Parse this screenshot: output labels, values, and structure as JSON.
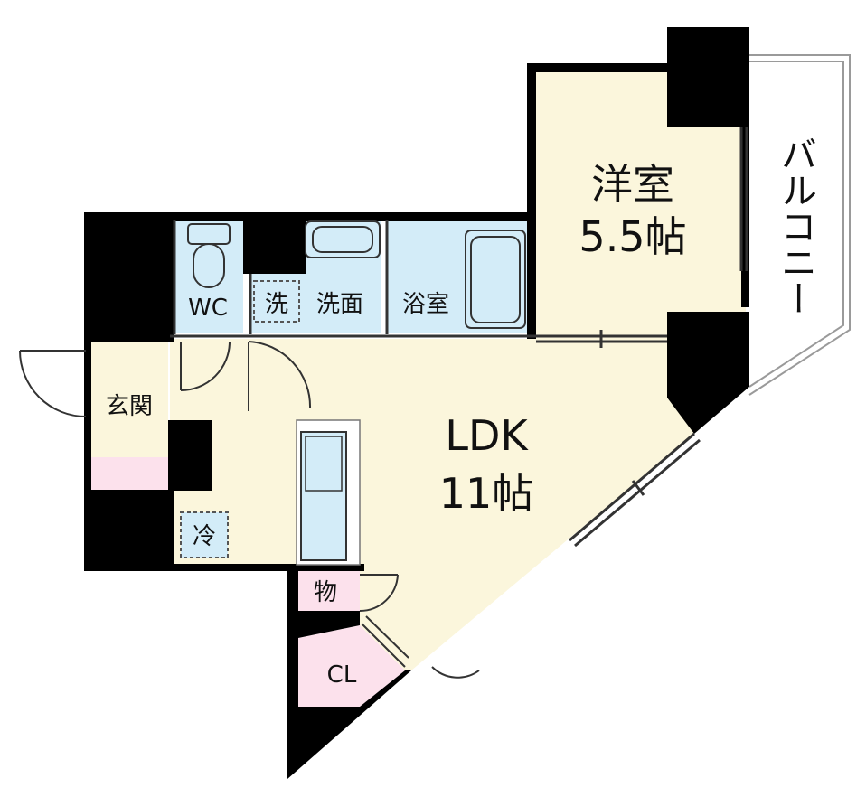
{
  "floor_plan": {
    "rooms": {
      "western_room": {
        "name": "洋室",
        "size": "5.5帖"
      },
      "balcony": {
        "name": "バルコニー"
      },
      "ldk": {
        "name": "LDK",
        "size": "11帖"
      },
      "wc": {
        "name": "WC"
      },
      "washroom": {
        "name": "洗面"
      },
      "washer": {
        "name": "洗"
      },
      "bathroom": {
        "name": "浴室"
      },
      "entrance": {
        "name": "玄関"
      },
      "fridge": {
        "name": "冷"
      },
      "storage": {
        "name": "物"
      },
      "closet": {
        "name": "CL"
      }
    },
    "colors": {
      "wall": "#000000",
      "living_floor": "#fbf6dc",
      "wet_area": "#d3ecf8",
      "storage_floor": "#fce1ec",
      "line": "#333333"
    }
  }
}
